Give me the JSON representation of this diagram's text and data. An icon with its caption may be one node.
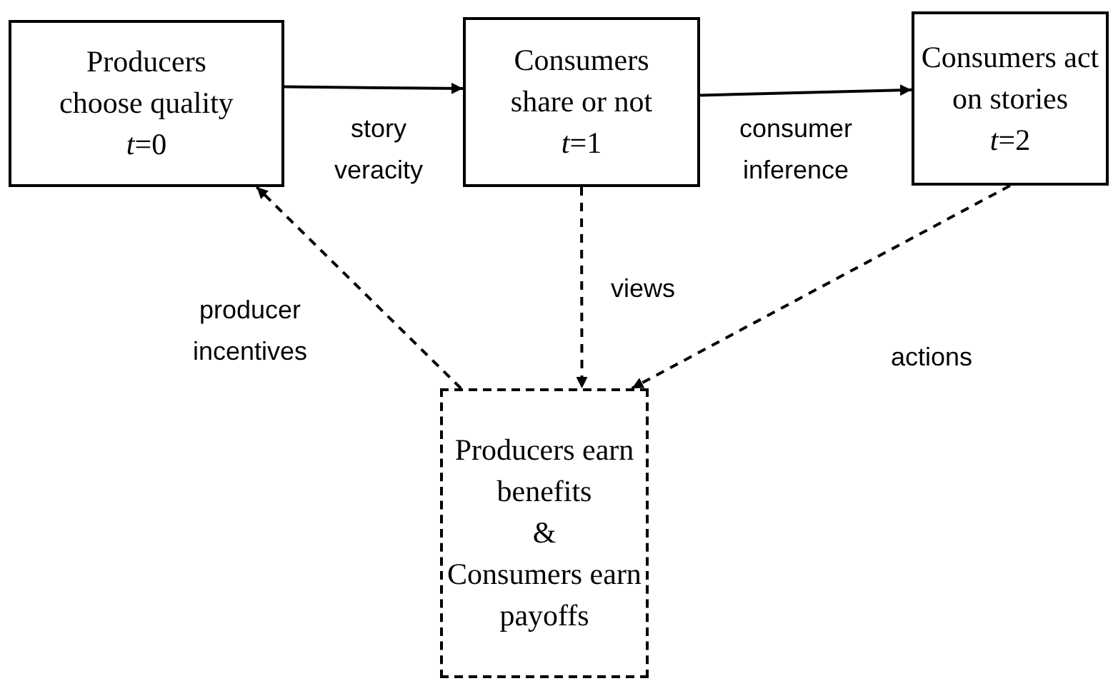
{
  "diagram": {
    "nodes": [
      {
        "text": [
          "Producers choose quality",
          "*t*=0"
        ]
      },
      {
        "text": [
          "Consumers share or not",
          "*t*=1"
        ]
      },
      {
        "text": [
          "Consumers act on stories",
          "*t*=2"
        ]
      },
      {
        "text": [
          "Producers earn benefits",
          "&",
          "Consumers earn payoffs"
        ]
      }
    ],
    "edges": [
      {
        "from": 0,
        "to": 1,
        "arrow": "to",
        "label": "story veracity"
      },
      {
        "from": 1,
        "to": 2,
        "arrow": "to",
        "label": "consumer inference"
      },
      {
        "from": 1,
        "to": 3,
        "arrow": "to",
        "label": "views",
        "style": "dashed"
      },
      {
        "from": 2,
        "to": 3,
        "arrow": "to",
        "label": "actions",
        "style": "dashed"
      },
      {
        "from": 3,
        "to": 0,
        "arrow": "to",
        "label": "producer incentives",
        "style": "dashed"
      }
    ]
  }
}
